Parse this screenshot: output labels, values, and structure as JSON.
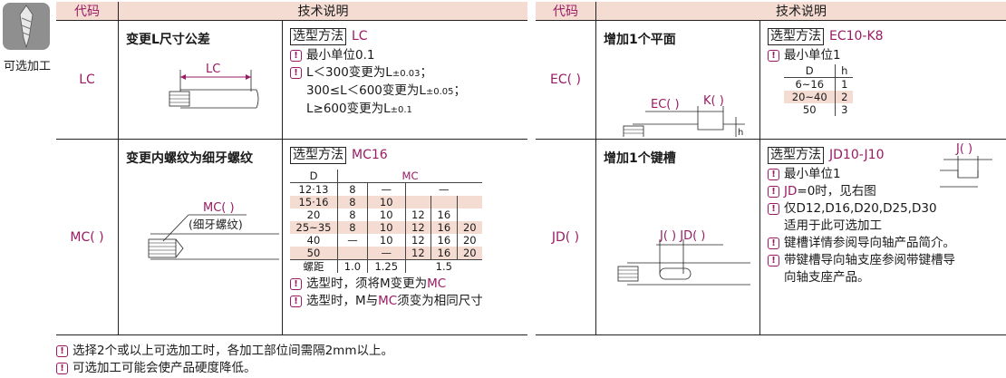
{
  "side": {
    "label": "可选加工",
    "icon": "drill-bit-icon"
  },
  "header": {
    "code": "代码",
    "desc": "技术说明"
  },
  "left": {
    "lc": {
      "code": "LC",
      "title": "变更L尺寸公差",
      "rule_label": "选型方法",
      "rule_value": "LC",
      "dim": "LC",
      "notes": [
        "最小单位0.1",
        "L＜300变更为L",
        "±0.03",
        "；",
        "300≤L＜600变更为L",
        "±0.05",
        "；",
        "L≥600变更为L",
        "±0.1"
      ]
    },
    "mc": {
      "code": "MC( )",
      "title": "变更内螺纹为细牙螺纹",
      "rule_label": "选型方法",
      "rule_value": "MC16",
      "dim": "MC( )",
      "dim_sub": "(细牙螺纹)",
      "table": {
        "head": [
          "D",
          "MC"
        ],
        "rows": [
          [
            "12·13",
            "8",
            "—",
            "",
            "—",
            ""
          ],
          [
            "15·16",
            "8",
            "10",
            "",
            "",
            ""
          ],
          [
            "20",
            "8",
            "10",
            "12",
            "16",
            ""
          ],
          [
            "25~35",
            "8",
            "10",
            "12",
            "16",
            "20"
          ],
          [
            "40",
            "—",
            "10",
            "12",
            "16",
            "20"
          ],
          [
            "50",
            "",
            "—",
            "12",
            "16",
            "20"
          ],
          [
            "螺距",
            "1.0",
            "1.25",
            "1.5",
            "",
            ""
          ]
        ]
      },
      "notes": [
        "选型时，须将M变更为",
        "MC",
        "选型时，M与",
        "MC",
        "须变为相同尺寸"
      ]
    }
  },
  "right": {
    "ec": {
      "code": "EC( )",
      "title": "增加1个平面",
      "rule_label": "选型方法",
      "rule_value": "EC10-K8",
      "dim1": "EC( )",
      "dim2": "K( )",
      "dim3": "h",
      "note": "最小单位1",
      "table": {
        "head": [
          "D",
          "h"
        ],
        "rows": [
          [
            "6~16",
            "1"
          ],
          [
            "20~40",
            "2"
          ],
          [
            "50",
            "3"
          ]
        ]
      }
    },
    "jd": {
      "code": "JD( )",
      "title": "增加1个键槽",
      "rule_label": "选型方法",
      "rule_value": "JD10-J10",
      "dim": "J( ) JD( )",
      "dim_side": "J( )",
      "notes": [
        "最小单位1",
        "JD",
        "=0时，见右图",
        "仅D12,D16,D20,D25,D30",
        "适用于此可选加工",
        "键槽详情参阅导向轴产品简介。",
        "带键槽导向轴支座参阅带键槽导",
        "向轴支座产品。"
      ]
    }
  },
  "footer": [
    "选择2个或以上可选加工时，各加工部位间需隔2mm以上。",
    "可选加工可能会使产品硬度降低。"
  ],
  "colors": {
    "accent": "#9a1a63",
    "header_bg": "#f5dcd3"
  }
}
